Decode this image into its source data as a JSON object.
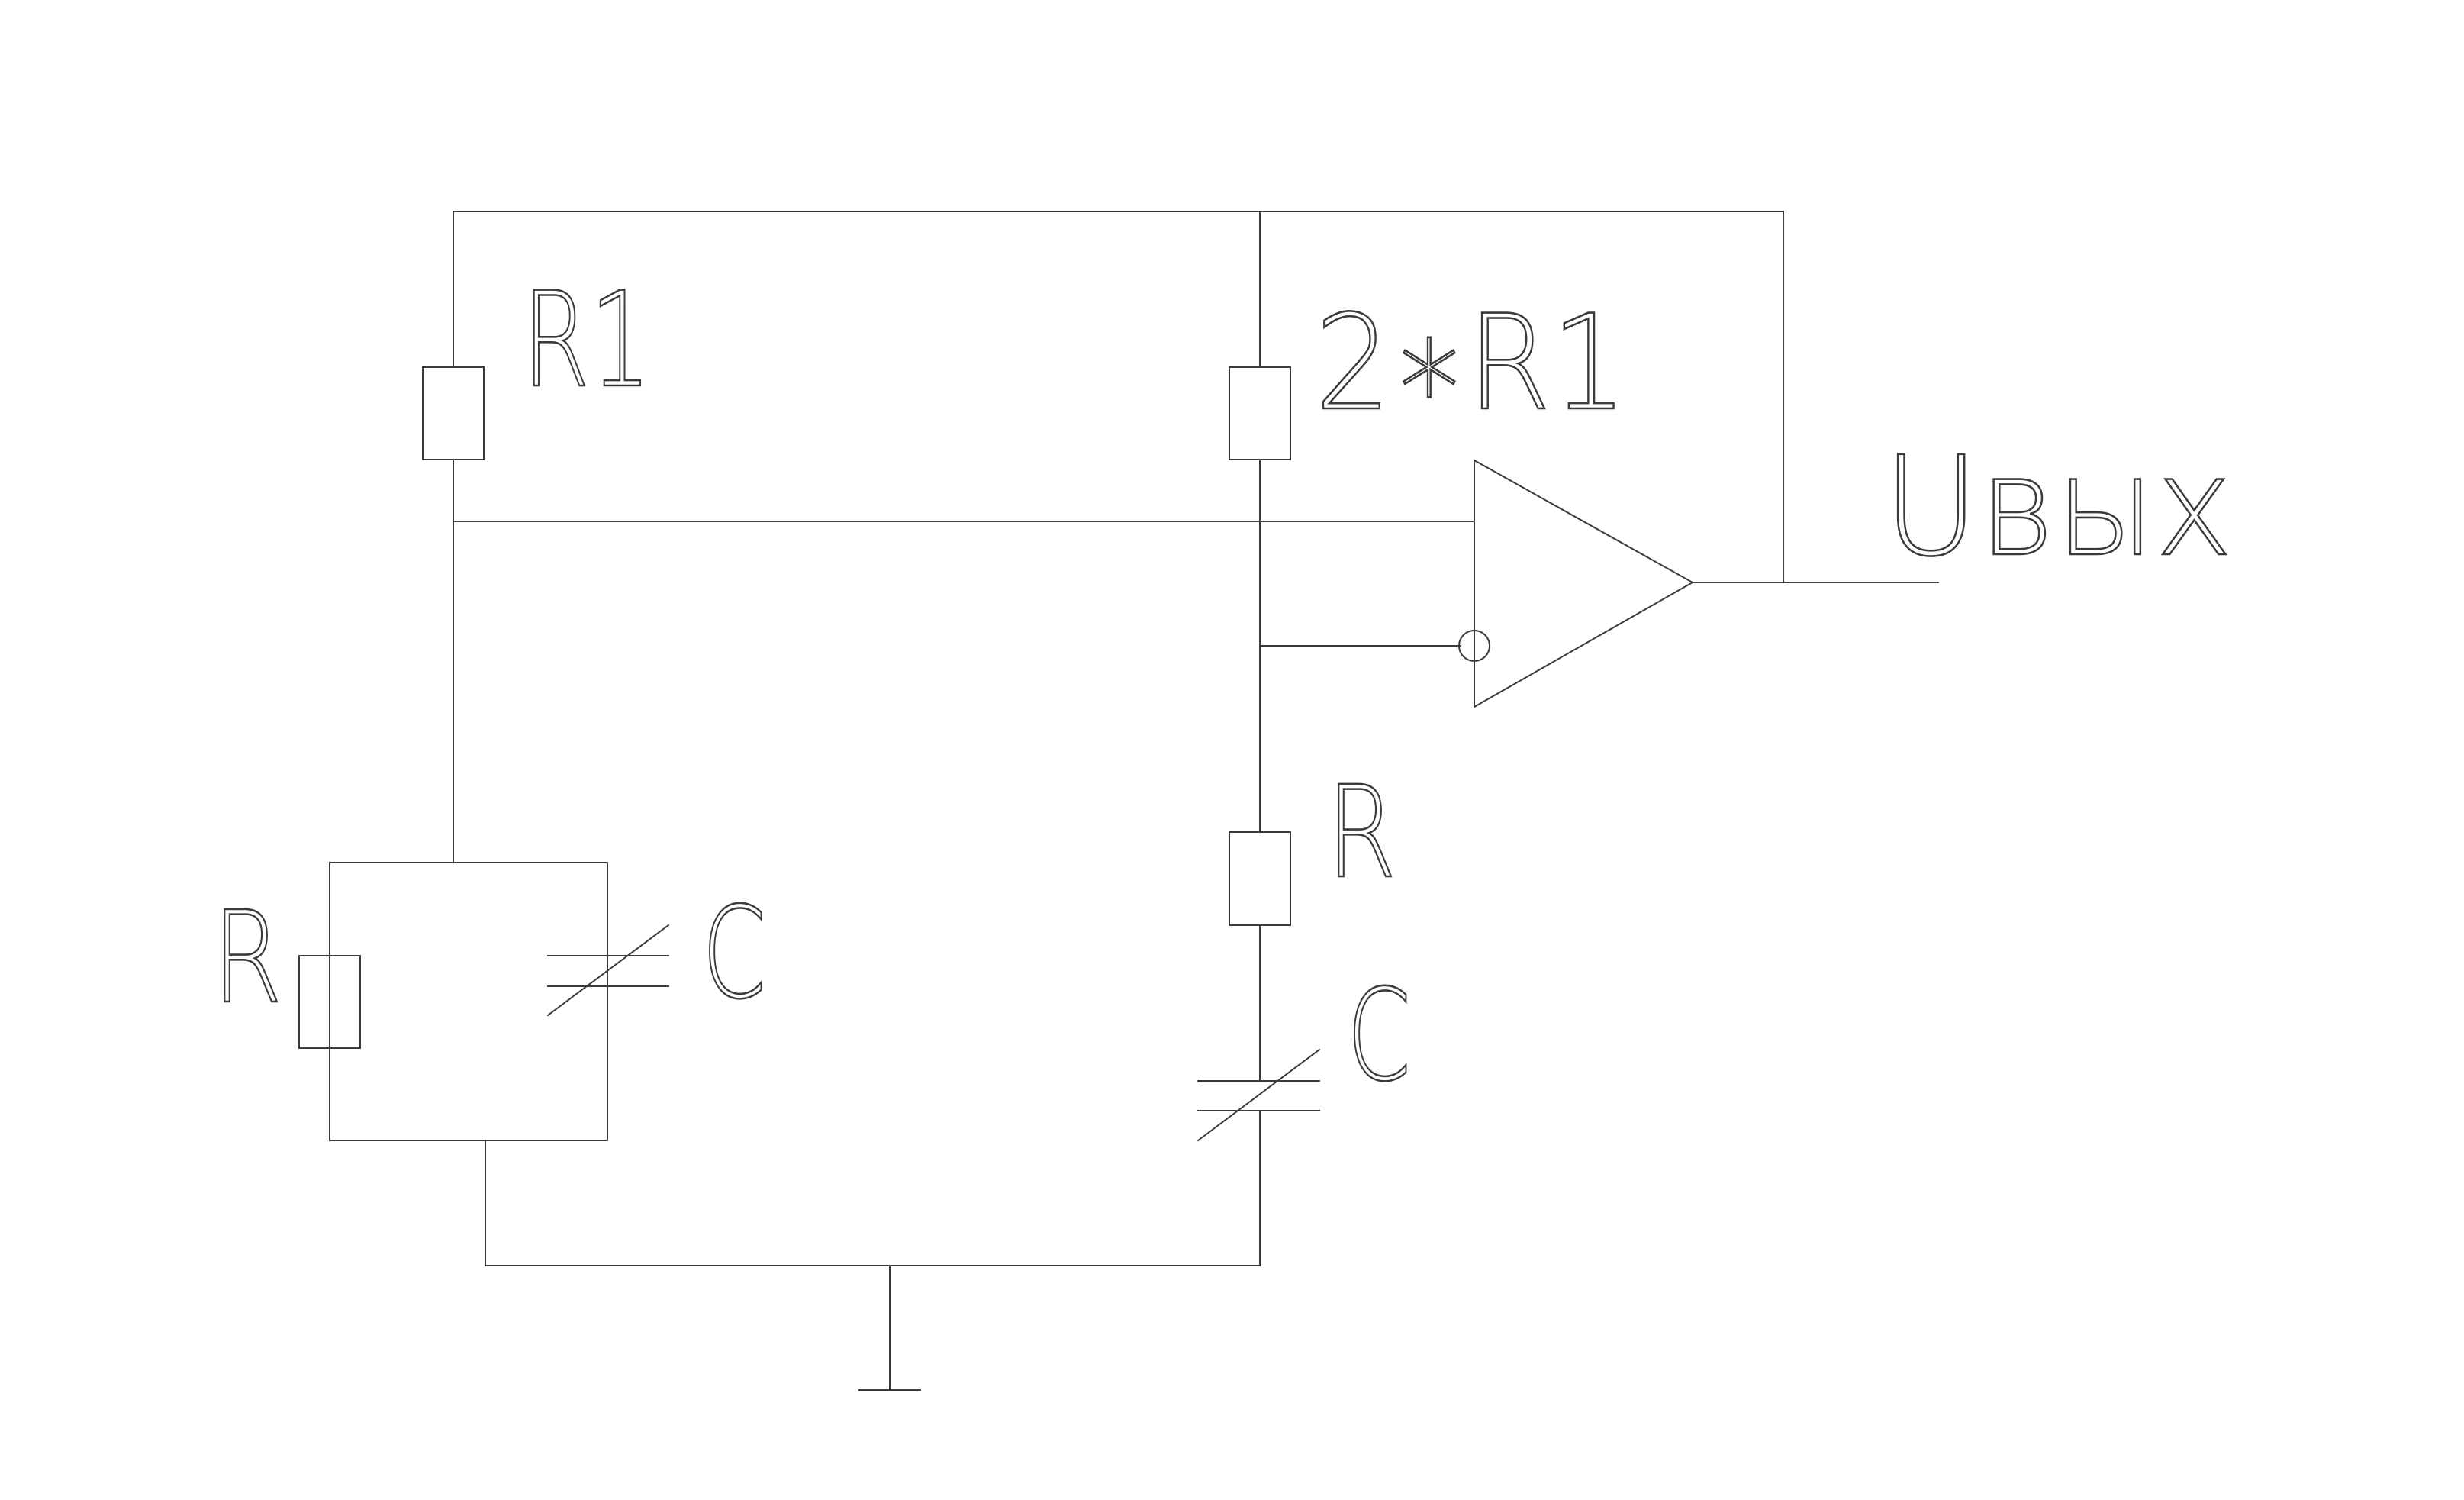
{
  "labels": {
    "r1": "R1",
    "r2": "2∗R1",
    "r_left": "R",
    "r_right": "R",
    "c_left": "C",
    "c_right": "C",
    "output": "Uвых"
  },
  "colors": {
    "line": "#3a3a3a",
    "background": "#ffffff"
  }
}
